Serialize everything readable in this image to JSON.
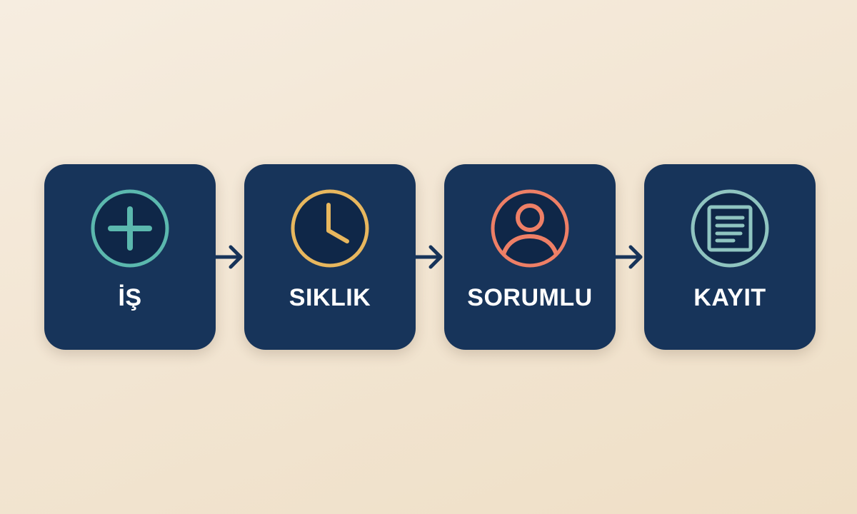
{
  "steps": [
    {
      "label": "İŞ",
      "icon": "plus-circle-icon",
      "color": "#5bb8ae"
    },
    {
      "label": "SIKLIK",
      "icon": "clock-icon",
      "color": "#e8b75e"
    },
    {
      "label": "SORUMLU",
      "icon": "user-icon",
      "color": "#ee7f66"
    },
    {
      "label": "KAYIT",
      "icon": "document-icon",
      "color": "#8fc4c0"
    }
  ],
  "colors": {
    "card": "#17345a",
    "icon_fill": "#0f2748",
    "arrow": "#17345a",
    "text": "#ffffff"
  }
}
